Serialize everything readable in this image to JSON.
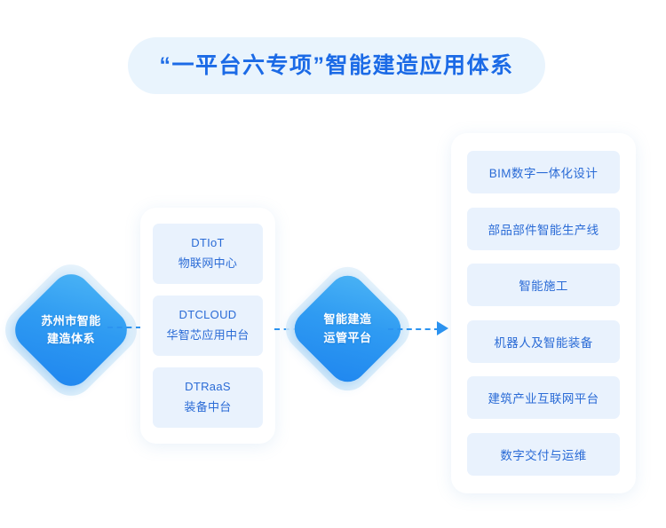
{
  "diagram": {
    "title": "“一平台六专项”智能建造应用体系",
    "colors": {
      "accent": "#1b6ae6",
      "title_pill_bg": "#e9f4fd",
      "chip_bg": "#e9f2fd",
      "chip_text": "#2a6bd6",
      "node_gradient_start": "#4bb4f5",
      "node_gradient_end": "#1f86ef",
      "connector": "#2b93f0",
      "card_bg": "#ffffff",
      "page_bg": "#ffffff"
    },
    "nodes": {
      "left": {
        "line1": "苏州市智能",
        "line2": "建造体系",
        "shape": "diamond"
      },
      "center": {
        "line1": "智能建造",
        "line2": "运管平台",
        "shape": "diamond"
      }
    },
    "middle_panel": {
      "items": [
        {
          "line1": "DTIoT",
          "line2": "物联网中心"
        },
        {
          "line1": "DTCLOUD",
          "line2": "华智芯应用中台"
        },
        {
          "line1": "DTRaaS",
          "line2": "装备中台"
        }
      ]
    },
    "right_panel": {
      "items": [
        {
          "label": "BIM数字一体化设计"
        },
        {
          "label": "部品部件智能生产线"
        },
        {
          "label": "智能施工"
        },
        {
          "label": "机器人及智能装备"
        },
        {
          "label": "建筑产业互联网平台"
        },
        {
          "label": "数字交付与运维"
        }
      ]
    },
    "connectors": [
      {
        "name": "left-to-middle",
        "style": "dashed",
        "arrow": false
      },
      {
        "name": "middle-to-center",
        "style": "dashed",
        "arrow": false
      },
      {
        "name": "center-to-right",
        "style": "dashed",
        "arrow": true
      }
    ]
  }
}
